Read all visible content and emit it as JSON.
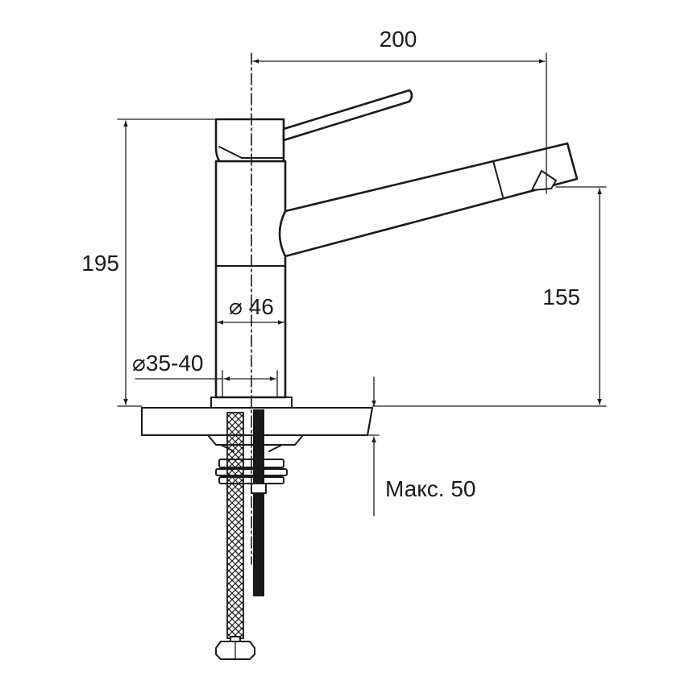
{
  "dimensions": {
    "spout_reach": "200",
    "total_height": "195",
    "spout_height": "155",
    "body_diameter": "⌀ 46",
    "hole_diameter": "⌀35-40",
    "max_thickness": "Макс. 50"
  }
}
